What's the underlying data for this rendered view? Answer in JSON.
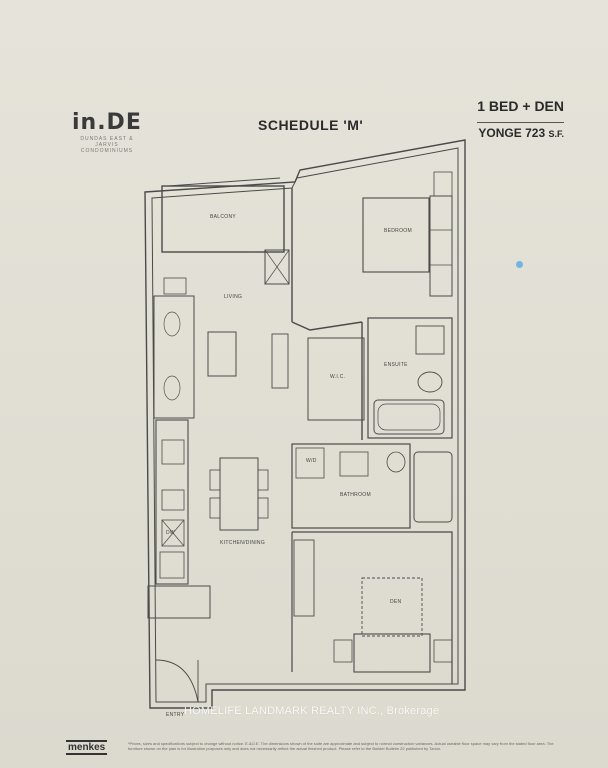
{
  "brand": {
    "logo": "in.DE",
    "subtitle": "DUNDAS EAST & JARVIS CONDOMINIUMS"
  },
  "header": {
    "schedule": "SCHEDULE 'M'",
    "unit_type": "1 BED + DEN",
    "model_name": "YONGE",
    "area_value": "723",
    "area_unit": "S.F."
  },
  "rooms": {
    "balcony": "BALCONY",
    "bedroom": "BEDROOM",
    "living": "LIVING",
    "ensuite": "ENSUITE",
    "wic": "W.I.C.",
    "wd": "W/D",
    "bathroom": "BATHROOM",
    "kitchen_dining": "KITCHEN/DINING",
    "den": "DEN",
    "entry": "ENTRY",
    "dw": "DW"
  },
  "footer": {
    "developer": "menkes",
    "disclaimer": "*Prices, sizes and specifications subject to change without notice. E.&O.E. The dimensions shown of the suite are approximate and subject to normal construction variances. Actual useable floor space may vary from the stated floor area. The furniture shown on the plan is for illustration purposes only and does not necessarily reflect the actual finished product. Please refer to the Builder Bulletin 22 published by Tarion."
  },
  "watermark": "HOMELIFE LANDMARK REALTY INC., Brokerage"
}
